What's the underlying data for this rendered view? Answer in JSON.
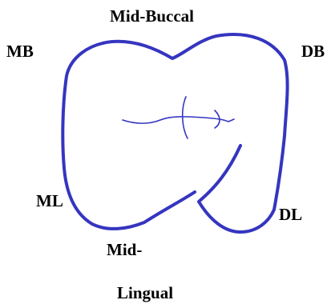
{
  "diagram": {
    "labels": {
      "mid_buccal": "Mid-Buccal",
      "mb": "MB",
      "db": "DB",
      "ml": "ML",
      "dl": "DL",
      "mid": "Mid-",
      "lingual": "Lingual"
    },
    "colors": {
      "outline": "#3535c0",
      "text": "#000000",
      "background": "#ffffff"
    }
  }
}
